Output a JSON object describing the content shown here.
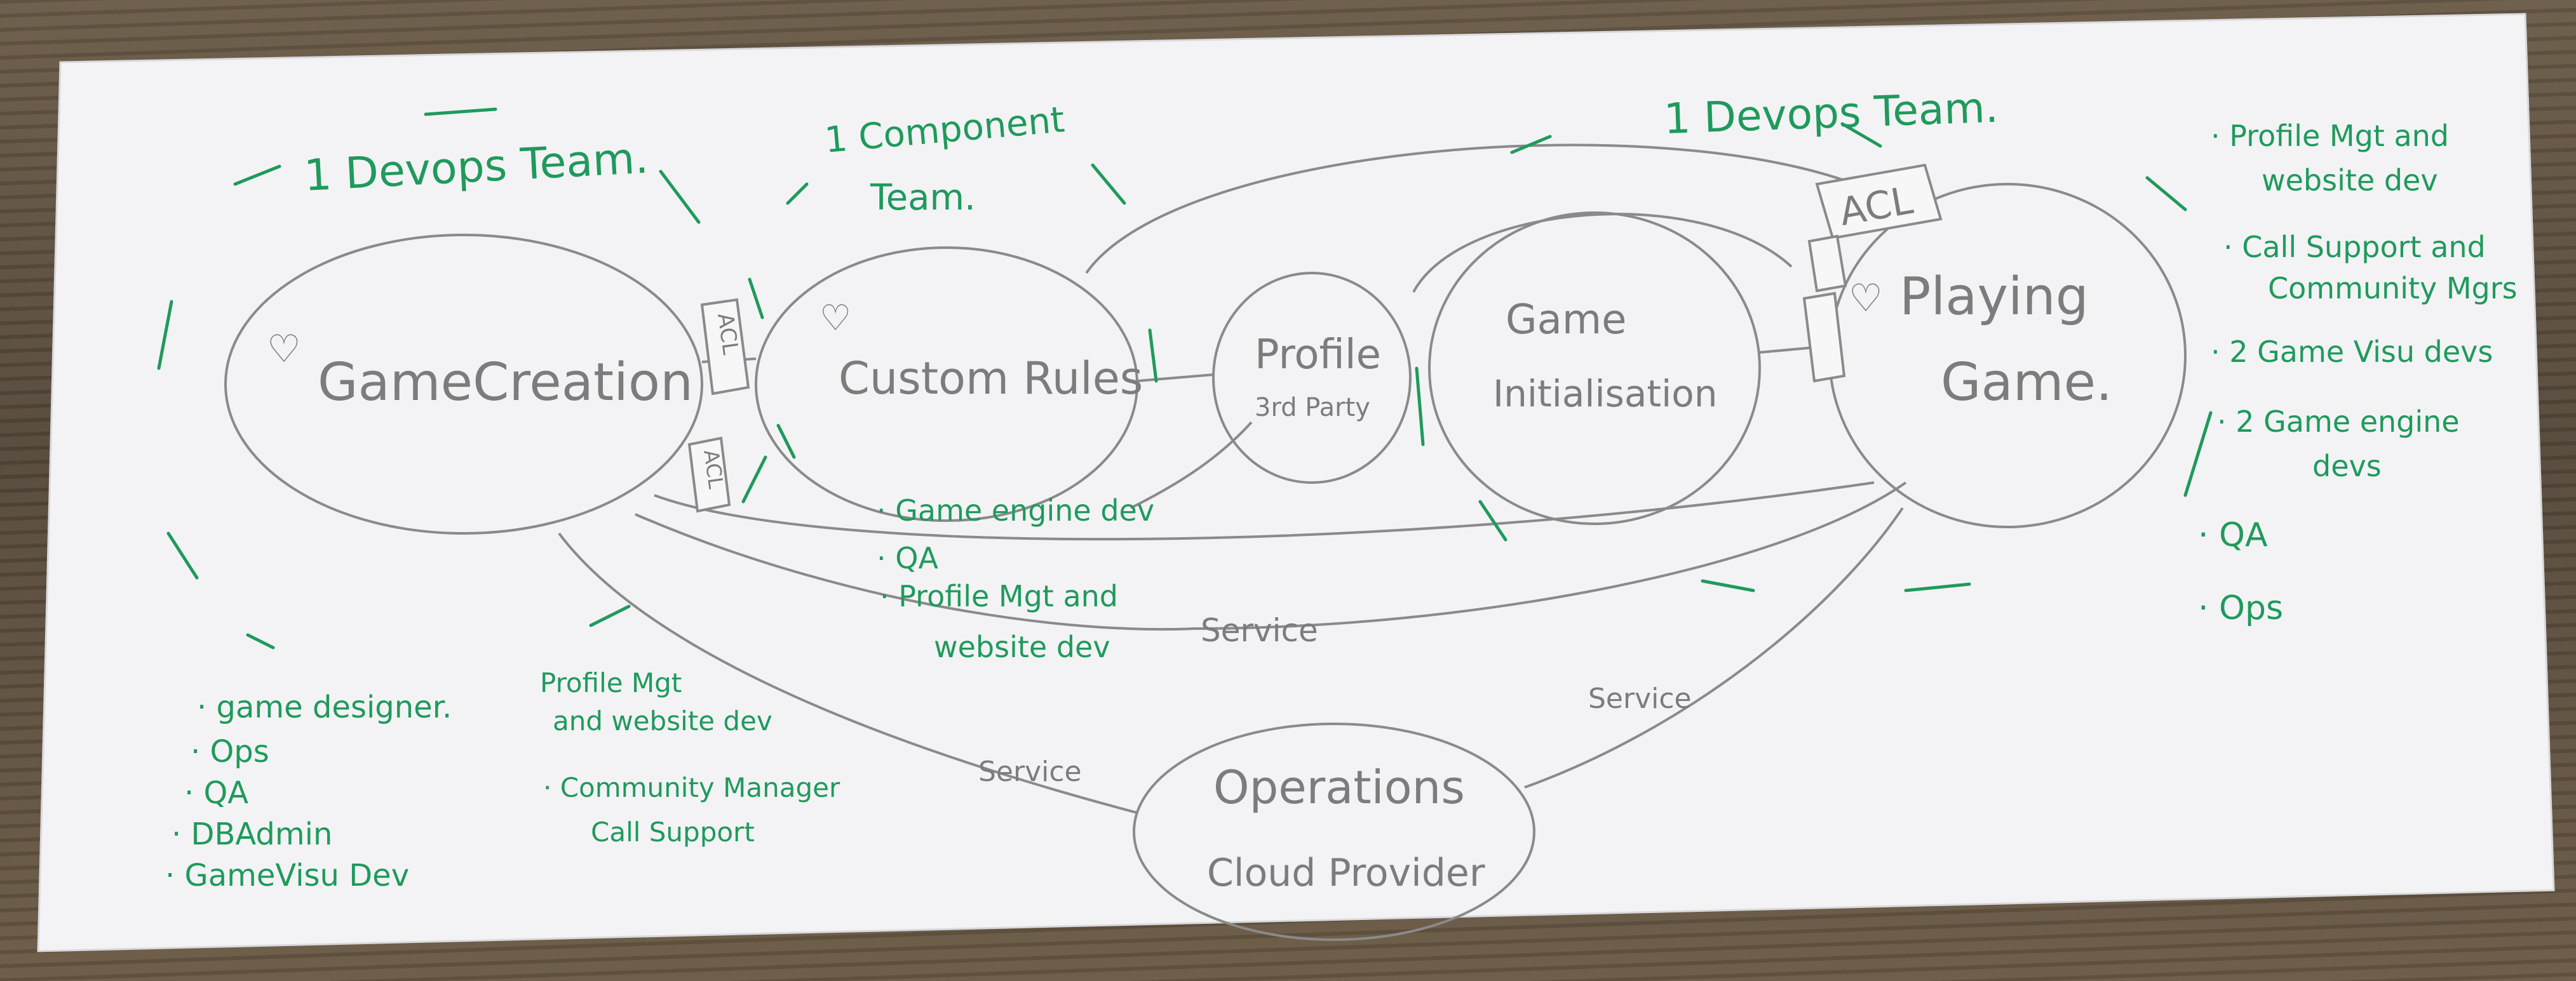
{
  "contexts": {
    "game_creation": "GameCreation",
    "custom_rules": "Custom Rules",
    "profile": "Profile",
    "profile_note": "3rd Party",
    "game_init_line1": "Game",
    "game_init_line2": "Initialisation",
    "playing_line1": "Playing",
    "playing_line2": "Game.",
    "operations_line1": "Operations",
    "operations_line2": "Cloud Provider"
  },
  "teams": {
    "devops_left": "1 Devops Team.",
    "component_line1": "1 Component",
    "component_line2": "Team.",
    "devops_right": "1 Devops Team."
  },
  "acl": {
    "top": "ACL",
    "small": "ACL",
    "left_low": "ACL"
  },
  "service_labels": {
    "middle": "Service",
    "lower_left": "Service",
    "lower_right": "Service"
  },
  "notes": {
    "game_creation": [
      "· game designer.",
      "· Ops",
      "· QA",
      "· DBAdmin",
      "· GameVisu Dev"
    ],
    "community": [
      "Profile Mgt",
      "and website dev",
      "· Community Manager",
      "Call Support"
    ],
    "custom_rules": [
      "· Game engine dev",
      "· QA",
      "· Profile Mgt and",
      "website dev"
    ],
    "playing_game": [
      "· Profile Mgt and",
      "website dev",
      "· Call Support and",
      "Community Mgrs",
      "· 2 Game Visu devs",
      "· 2 Game engine",
      "devs",
      "· QA",
      "· Ops"
    ]
  },
  "colors": {
    "ink_grey": "#7c7c7c",
    "ink_green": "#1f9a5c",
    "paper": "#f4f4f6"
  },
  "icons": [
    "heart-icon"
  ]
}
